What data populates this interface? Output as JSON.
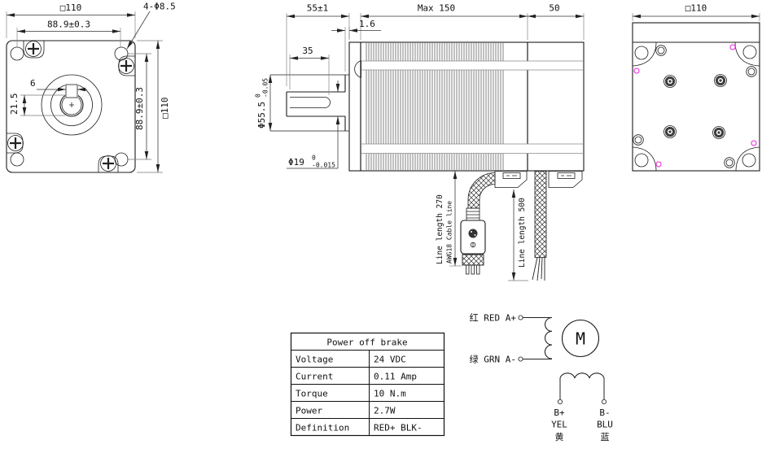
{
  "front_view": {
    "dim_square_width": "□110",
    "dim_bolt_pitch_h": "88.9±0.3",
    "dim_mount_holes": "4-Φ8.5",
    "dim_key_width": "6",
    "dim_key_height": "21.5",
    "dim_bolt_pitch_v": "88.9±0.3",
    "dim_square_height": "□110"
  },
  "side_view": {
    "dim_shaft_length": "55±1",
    "dim_body_length": "Max 150",
    "dim_rear_length": "50",
    "dim_pilot_step": "1.6",
    "dim_key_length": "35",
    "dim_pilot_dia": "Φ55.5",
    "dim_pilot_tol_upper": "0",
    "dim_pilot_tol_lower": "-0.05",
    "dim_shaft_dia": "Φ19",
    "dim_shaft_tol_upper": "0",
    "dim_shaft_tol_lower": "-0.015",
    "cable_front_length": "Line length 270",
    "cable_front_note": "AWG18 Cable line",
    "cable_rear_length": "Line length 500"
  },
  "rear_view": {
    "dim_square_width": "□110"
  },
  "spec_table": {
    "title": "Power off brake",
    "rows": [
      {
        "label": "Voltage",
        "value": "24 VDC"
      },
      {
        "label": "Current",
        "value": "0.11 Amp"
      },
      {
        "label": "Torque",
        "value": "10 N.m"
      },
      {
        "label": "Power",
        "value": "2.7W"
      },
      {
        "label": "Definition",
        "value": "RED+ BLK-"
      }
    ]
  },
  "wiring_diagram": {
    "phase_a_pos": "红 RED A+",
    "phase_a_neg": "绿 GRN A-",
    "motor_label": "M",
    "phase_b_pos": "B+",
    "phase_b_pos_color": "YEL",
    "phase_b_pos_cn": "黄",
    "phase_b_neg": "B-",
    "phase_b_neg_color": "BLU",
    "phase_b_neg_cn": "蓝"
  },
  "colors": {
    "line": "#1c1c1c",
    "dimension": "#333333",
    "accent_magenta": "#ee4fe0"
  }
}
